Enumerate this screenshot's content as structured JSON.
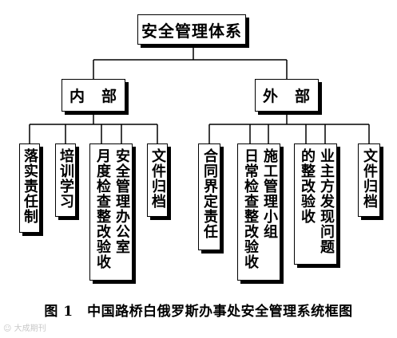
{
  "title": "安全管理体系",
  "branches": [
    {
      "label": "内　部",
      "items": [
        "落实责任制",
        "培训学习",
        "月度检查整改验收",
        "安全管理办公室",
        "文件归档"
      ]
    },
    {
      "label": "外　部",
      "items": [
        "合同界定责任",
        "日常检查整改验收",
        "施工管理小组",
        "的整改验收",
        "业主方发现问题",
        "文件归档"
      ]
    }
  ],
  "caption": "图 1　中国路桥白俄罗斯办事处安全管理系统框图",
  "watermark": "☺ 大成期刊"
}
